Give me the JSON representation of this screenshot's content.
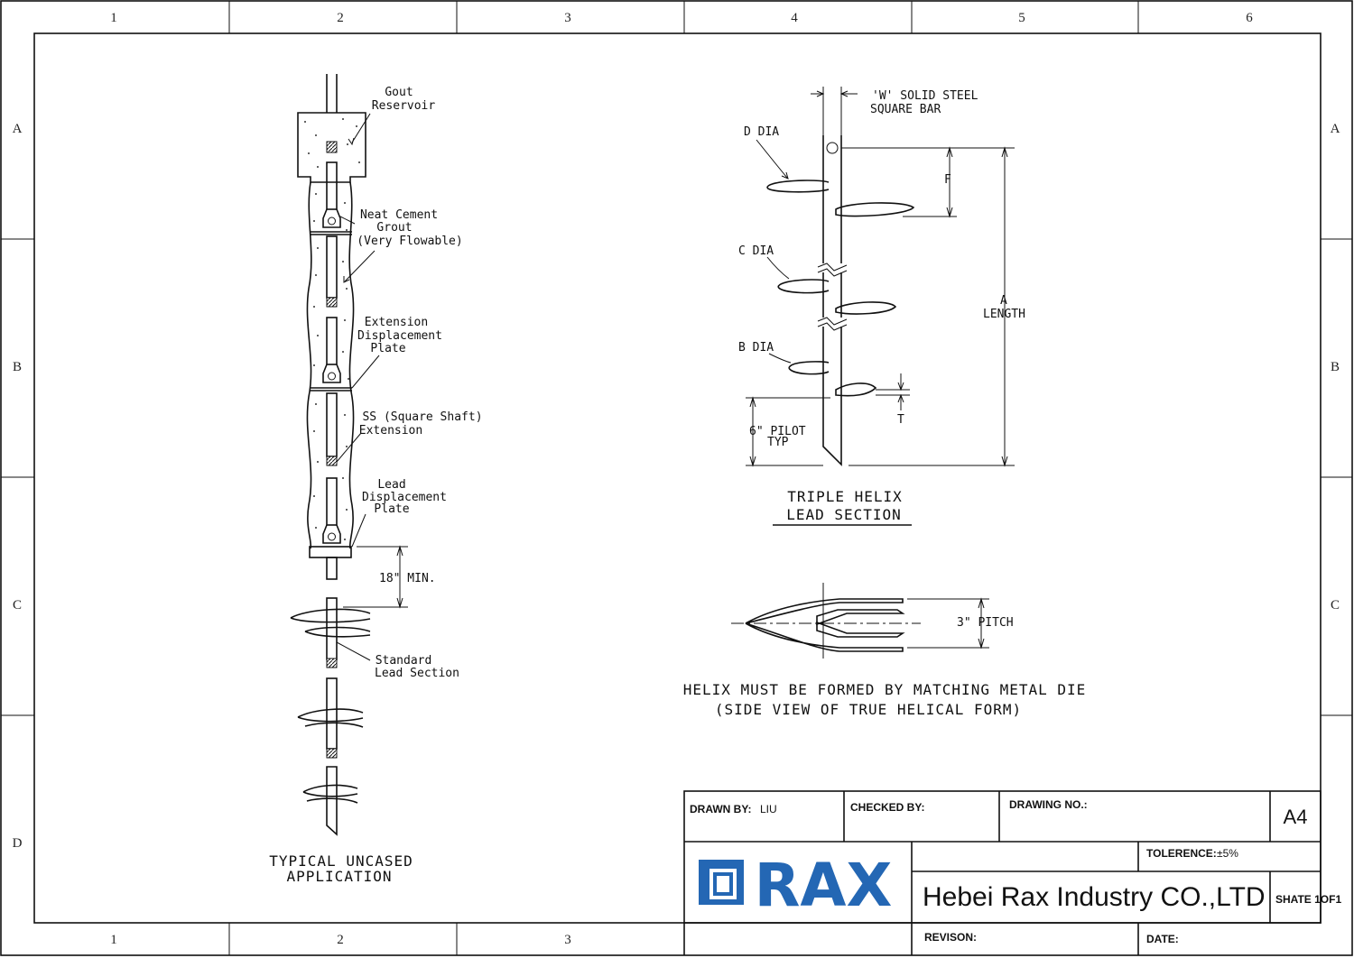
{
  "border": {
    "columns": [
      "1",
      "2",
      "3",
      "4",
      "5",
      "6"
    ],
    "rows": [
      "A",
      "B",
      "C",
      "D"
    ]
  },
  "left_drawing": {
    "labels": {
      "grout_reservoir": [
        "Gout",
        "Reservoir"
      ],
      "neat_cement": [
        "Neat Cement",
        "Grout",
        "(Very Flowable)"
      ],
      "extension_plate": [
        "Extension",
        "Displacement",
        "Plate"
      ],
      "ss_extension": [
        "SS (Square Shaft)",
        "Extension"
      ],
      "lead_plate": [
        "Lead",
        "Displacement",
        "Plate"
      ],
      "min_depth": "18\" MIN.",
      "standard_lead": [
        "Standard",
        "Lead Section"
      ]
    },
    "caption": [
      "TYPICAL UNCASED",
      "APPLICATION"
    ]
  },
  "right_drawing": {
    "labels": {
      "solid_bar": [
        "'W' SOLID STEEL",
        "SQUARE BAR"
      ],
      "d_dia": "D DIA",
      "c_dia": "C DIA",
      "b_dia": "B DIA",
      "f": "F",
      "a": "A",
      "length": "LENGTH",
      "t": "T",
      "pilot": [
        "6\" PILOT",
        "TYP"
      ]
    },
    "caption": [
      "TRIPLE HELIX",
      "LEAD SECTION"
    ],
    "pitch_label": "3\" PITCH",
    "note": [
      "HELIX MUST BE FORMED BY MATCHING METAL DIE",
      "(SIDE VIEW OF TRUE HELICAL FORM)"
    ]
  },
  "title_block": {
    "drawn_by_label": "DRAWN BY:",
    "drawn_by_value": "LIU",
    "checked_by_label": "CHECKED BY:",
    "drawing_no_label": "DRAWING NO.:",
    "paper_size": "A4",
    "tolerance_label": "TOLERENCE:",
    "tolerance_value": "±5%",
    "logo_text": "RAX",
    "company": "Hebei Rax Industry CO.,LTD",
    "sheet": "SHATE 1OF1",
    "revision_label": "REVISON:",
    "date_label": "DATE:"
  },
  "colors": {
    "logo_blue": "#2467b4",
    "line": "#111111"
  }
}
